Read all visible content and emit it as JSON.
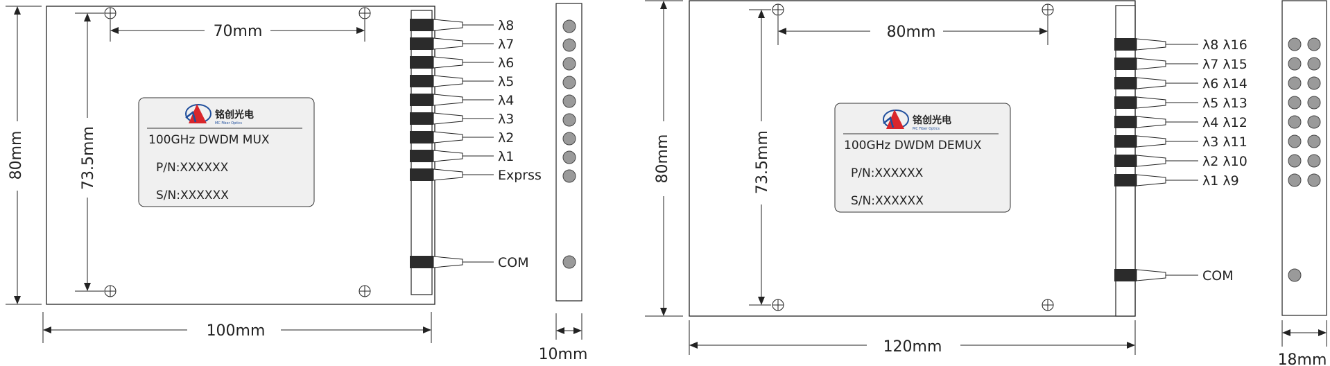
{
  "mux": {
    "width_dim": "100mm",
    "height_dim": "80mm",
    "hole_span_dim": "70mm",
    "hole_vspan_dim": "73.5mm",
    "side_dim": "10mm",
    "label": {
      "brand": "铭创光电",
      "brand_sub": "MC Fiber Optics",
      "model": "100GHz DWDM MUX",
      "pn": "P/N:XXXXXX",
      "sn": "S/N:XXXXXX"
    },
    "ports": [
      "λ8",
      "λ7",
      "λ6",
      "λ5",
      "λ4",
      "λ3",
      "λ2",
      "λ1",
      "Exprss"
    ],
    "com": "COM"
  },
  "demux": {
    "width_dim": "120mm",
    "height_dim": "80mm",
    "hole_span_dim": "80mm",
    "hole_vspan_dim": "73.5mm",
    "side_dim": "18mm",
    "label": {
      "brand": "铭创光电",
      "brand_sub": "MC Fiber Optics",
      "model": "100GHz DWDM DEMUX",
      "pn": "P/N:XXXXXX",
      "sn": "S/N:XXXXXX"
    },
    "ports": [
      "λ8 λ16",
      "λ7 λ15",
      "λ6 λ14",
      "λ5 λ13",
      "λ4 λ12",
      "λ3 λ11",
      "λ2 λ10",
      "λ1 λ9"
    ],
    "com": "COM"
  },
  "colors": {
    "line": "#222222",
    "connector": "#2b2b2b",
    "led": "#9a9a9a",
    "label_bg": "#f0f0f0",
    "logo_red": "#d9262b",
    "logo_blue": "#1f4e9c"
  }
}
